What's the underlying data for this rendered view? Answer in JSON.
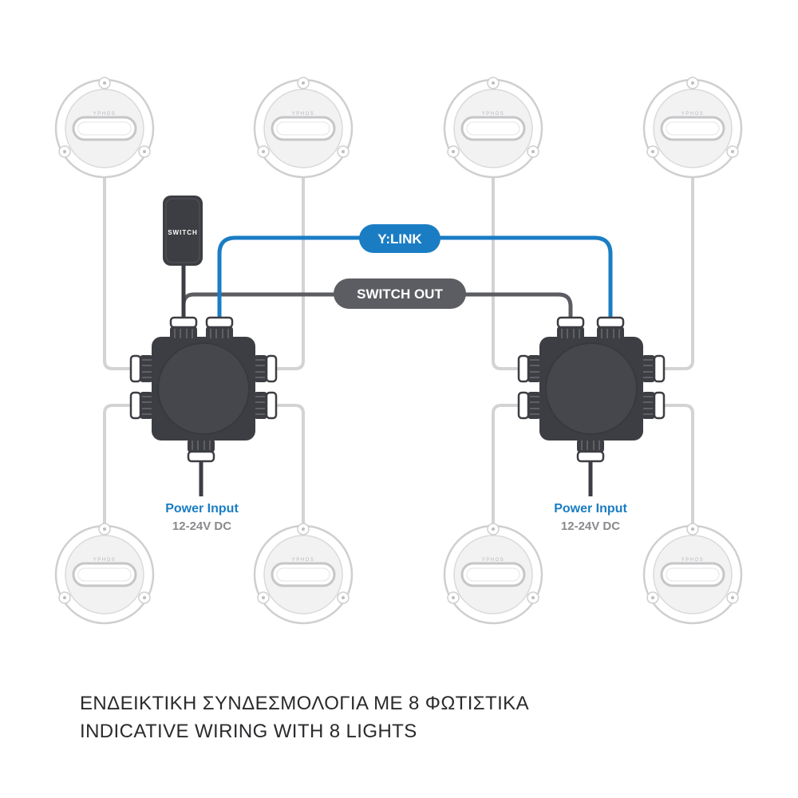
{
  "brand": "YPHOS",
  "switch_label": "SWITCH",
  "ylink_label": "Y:LINK",
  "switch_out_label": "SWITCH OUT",
  "power": {
    "left": {
      "title": "Power Input",
      "voltage": "12-24V DC"
    },
    "right": {
      "title": "Power Input",
      "voltage": "12-24V DC"
    }
  },
  "caption": {
    "line1": "ΕΝΔΕΙΚΤΙΚΗ ΣΥΝΔΕΣΜΟΛΟΓΙΑ ΜΕ 8 ΦΩΤΙΣΤΙΚΑ",
    "line2": "INDICATIVE WIRING WITH 8 LIGHTS"
  },
  "colors": {
    "ylink": "#1a7dc4",
    "switch_out": "#5c5d62",
    "cable": "#d3d3d3",
    "box": "#3d3e43",
    "power_title": "#1a7dc4",
    "power_voltage": "#8a8a8e"
  }
}
